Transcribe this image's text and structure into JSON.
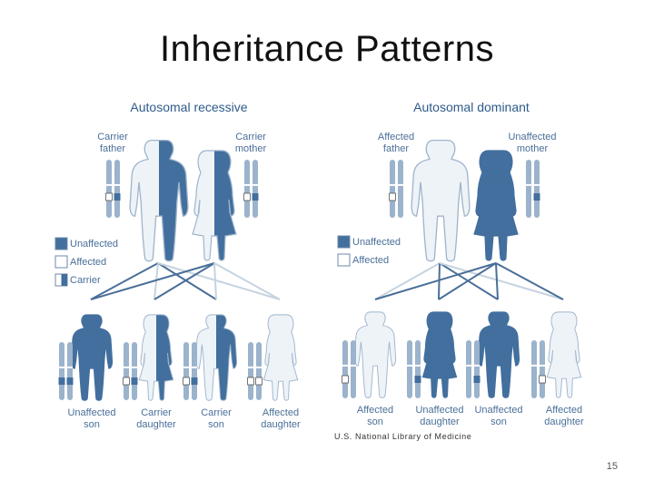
{
  "slide": {
    "title": "Inheritance Patterns",
    "credit": "U.S. National Library of Medicine",
    "page_number": "15"
  },
  "colors": {
    "affected": "#426f9e",
    "unaffected": "#eef3f8",
    "outline": "#9fb5cb",
    "chromosome": "#9bb3cc",
    "line_affected": "#4a6f99",
    "line_unaffected": "#c6d3e0"
  },
  "recessive": {
    "title": "Autosomal recessive",
    "father": {
      "label_line1": "Carrier",
      "label_line2": "father",
      "status": "carrier"
    },
    "mother": {
      "label_line1": "Carrier",
      "label_line2": "mother",
      "status": "carrier"
    },
    "legend": [
      {
        "label": "Unaffected",
        "swatch": "affected"
      },
      {
        "label": "Affected",
        "swatch": "unaffected"
      },
      {
        "label": "Carrier",
        "swatch": "carrier"
      }
    ],
    "children": [
      {
        "line1": "Unaffected",
        "line2": "son",
        "status": "affected"
      },
      {
        "line1": "Carrier",
        "line2": "daughter",
        "status": "carrier"
      },
      {
        "line1": "Carrier",
        "line2": "son",
        "status": "carrier"
      },
      {
        "line1": "Affected",
        "line2": "daughter",
        "status": "unaffected"
      }
    ]
  },
  "dominant": {
    "title": "Autosomal dominant",
    "father": {
      "label_line1": "Affected",
      "label_line2": "father",
      "status": "unaffected"
    },
    "mother": {
      "label_line1": "Unaffected",
      "label_line2": "mother",
      "status": "affected"
    },
    "legend": [
      {
        "label": "Unaffected",
        "swatch": "affected"
      },
      {
        "label": "Affected",
        "swatch": "unaffected"
      }
    ],
    "children": [
      {
        "line1": "Affected",
        "line2": "son",
        "status": "unaffected"
      },
      {
        "line1": "Unaffected",
        "line2": "daughter",
        "status": "affected"
      },
      {
        "line1": "Unaffected",
        "line2": "son",
        "status": "affected"
      },
      {
        "line1": "Affected",
        "line2": "daughter",
        "status": "unaffected"
      }
    ]
  }
}
